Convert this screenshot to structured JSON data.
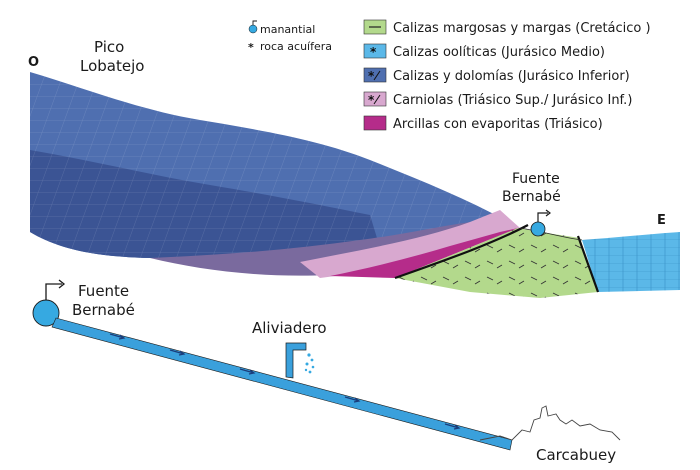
{
  "orientation": {
    "west": "O",
    "east": "E"
  },
  "peak": {
    "line1": "Pico",
    "line2": "Lobatejo"
  },
  "spring_top": {
    "line1": "Fuente",
    "line2": "Bernabé"
  },
  "spring_bottom": {
    "line1": "Fuente",
    "line2": "Bernabé"
  },
  "overflow_label": "Aliviadero",
  "town_label": "Carcabuey",
  "symbols": [
    {
      "symbol": "manantial-icon",
      "label": "manantial"
    },
    {
      "symbol": "asterisk-icon",
      "label": "roca acuífera"
    }
  ],
  "legend": [
    {
      "label": "Calizas margosas y margas (Cretácico )",
      "color": "#b3d98c",
      "marker": "dash"
    },
    {
      "label": "Calizas oolíticas (Jurásico Medio)",
      "color": "#5bb8e8",
      "marker": "asterisk"
    },
    {
      "label": "Calizas y dolomías (Jurásico Inferior)",
      "color": "#4f6fb0",
      "marker": "asterisk-slash"
    },
    {
      "label": "Carniolas (Triásico Sup./ Jurásico Inf.)",
      "color": "#d8a8cf",
      "marker": "asterisk-slash"
    },
    {
      "label": "Arcillas con evaporitas (Triásico)",
      "color": "#b52c8a",
      "marker": "none"
    }
  ],
  "colors": {
    "limestone_jurassic_inf": "#4f6fb0",
    "limestone_jurassic_inf_dark": "#3b5494",
    "carniolas": "#d8a8cf",
    "evaporites": "#b52c8a",
    "cretaceous": "#b3d98c",
    "oolitic": "#5bb8e8",
    "water": "#36a9e1",
    "pipe": "#3aa0dc",
    "purple_shade": "#7a6a9e"
  }
}
